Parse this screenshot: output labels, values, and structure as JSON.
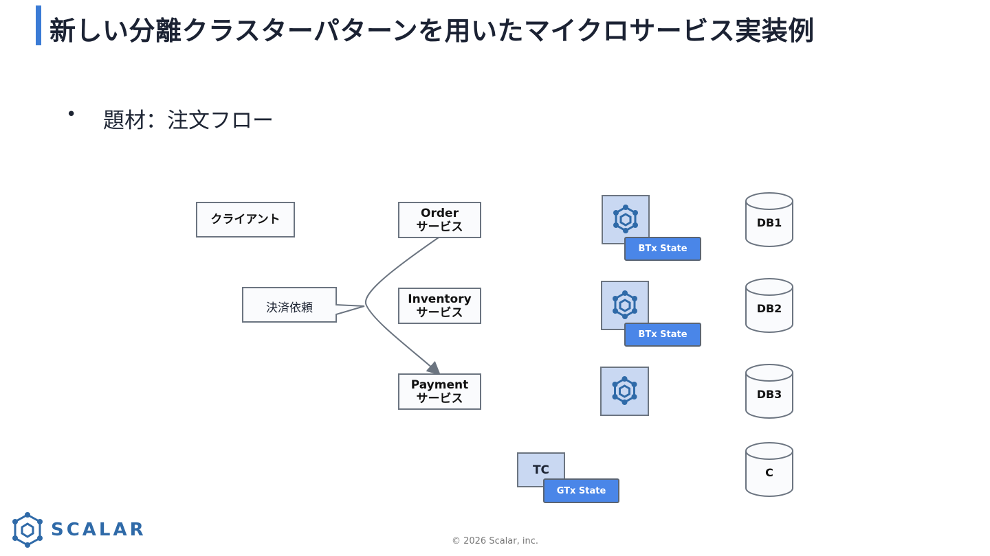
{
  "slide": {
    "title": "新しい分離クラスターパターンを用いたマイクロサービス実装例",
    "bullet": "題材：注文フロー",
    "bullet_marker": "•"
  },
  "diagram": {
    "client": "クライアント",
    "payment_request": "決済依頼",
    "services": [
      {
        "name": "Order",
        "suffix": "サービス"
      },
      {
        "name": "Inventory",
        "suffix": "サービス"
      },
      {
        "name": "Payment",
        "suffix": "サービス"
      }
    ],
    "btx_state": "BTx State",
    "databases": [
      "DB1",
      "DB2",
      "DB3",
      "C"
    ],
    "tc": "TC",
    "gtx_state": "GTx State"
  },
  "footer": {
    "copyright": "© 2026 Scalar, inc.",
    "logo_text": "SCALAR"
  },
  "colors": {
    "accent": "#3a7bd5",
    "node_fill": "#c9d8f2",
    "state_fill": "#4a86e8",
    "logo": "#2f6aa8"
  },
  "icons": [
    "scalar-node-icon",
    "scalar-logo-icon"
  ]
}
